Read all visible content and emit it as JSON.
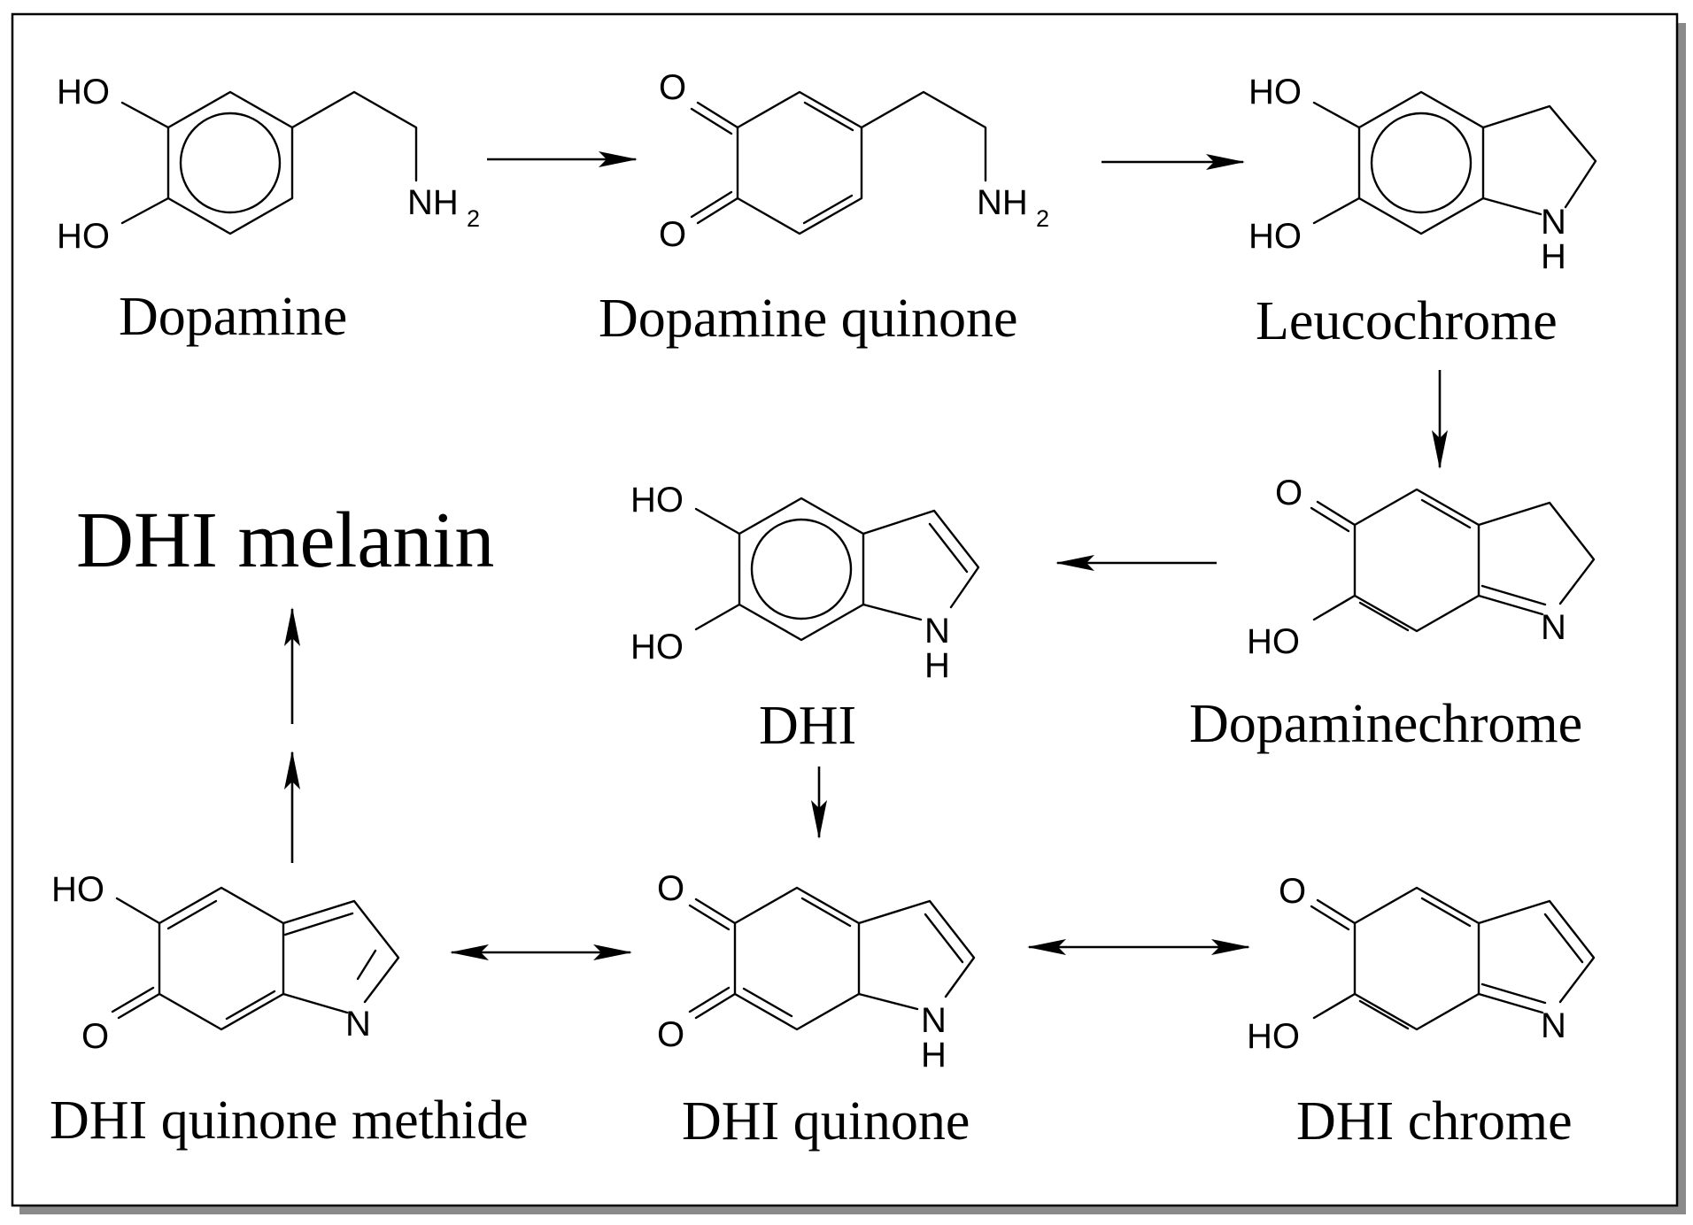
{
  "compounds": {
    "dopamine": {
      "name": "Dopamine",
      "ho1": "HO",
      "ho2": "HO",
      "nh": "NH",
      "sub": "2"
    },
    "dopamine_quinone": {
      "name": "Dopamine quinone",
      "o1": "O",
      "o2": "O",
      "nh": "NH",
      "sub": "2"
    },
    "leucochrome": {
      "name": "Leucochrome",
      "ho1": "HO",
      "ho2": "HO",
      "n": "N",
      "h": "H"
    },
    "dopaminechrome": {
      "name": "Dopaminechrome",
      "o": "O",
      "ho": "HO",
      "n": "N"
    },
    "dhi": {
      "name": "DHI",
      "ho1": "HO",
      "ho2": "HO",
      "n": "N",
      "h": "H"
    },
    "dhi_melanin": {
      "name": "DHI melanin"
    },
    "dhi_quinone_methide": {
      "name": "DHI quinone methide",
      "ho": "HO",
      "o": "O",
      "n": "N"
    },
    "dhi_quinone": {
      "name": "DHI quinone",
      "o1": "O",
      "o2": "O",
      "n": "N",
      "h": "H"
    },
    "dhi_chrome": {
      "name": "DHI chrome",
      "o": "O",
      "ho": "HO",
      "n": "N"
    }
  },
  "reactions": [
    {
      "from": "Dopamine",
      "to": "Dopamine quinone",
      "kind": "forward"
    },
    {
      "from": "Dopamine quinone",
      "to": "Leucochrome",
      "kind": "forward"
    },
    {
      "from": "Leucochrome",
      "to": "Dopaminechrome",
      "kind": "forward"
    },
    {
      "from": "Dopaminechrome",
      "to": "DHI",
      "kind": "forward"
    },
    {
      "from": "DHI",
      "to": "DHI quinone",
      "kind": "forward"
    },
    {
      "from": "DHI quinone methide",
      "to": "DHI quinone",
      "kind": "equilibrium"
    },
    {
      "from": "DHI quinone",
      "to": "DHI chrome",
      "kind": "equilibrium"
    },
    {
      "from": "DHI quinone methide",
      "to": "DHI melanin",
      "kind": "forward"
    }
  ]
}
